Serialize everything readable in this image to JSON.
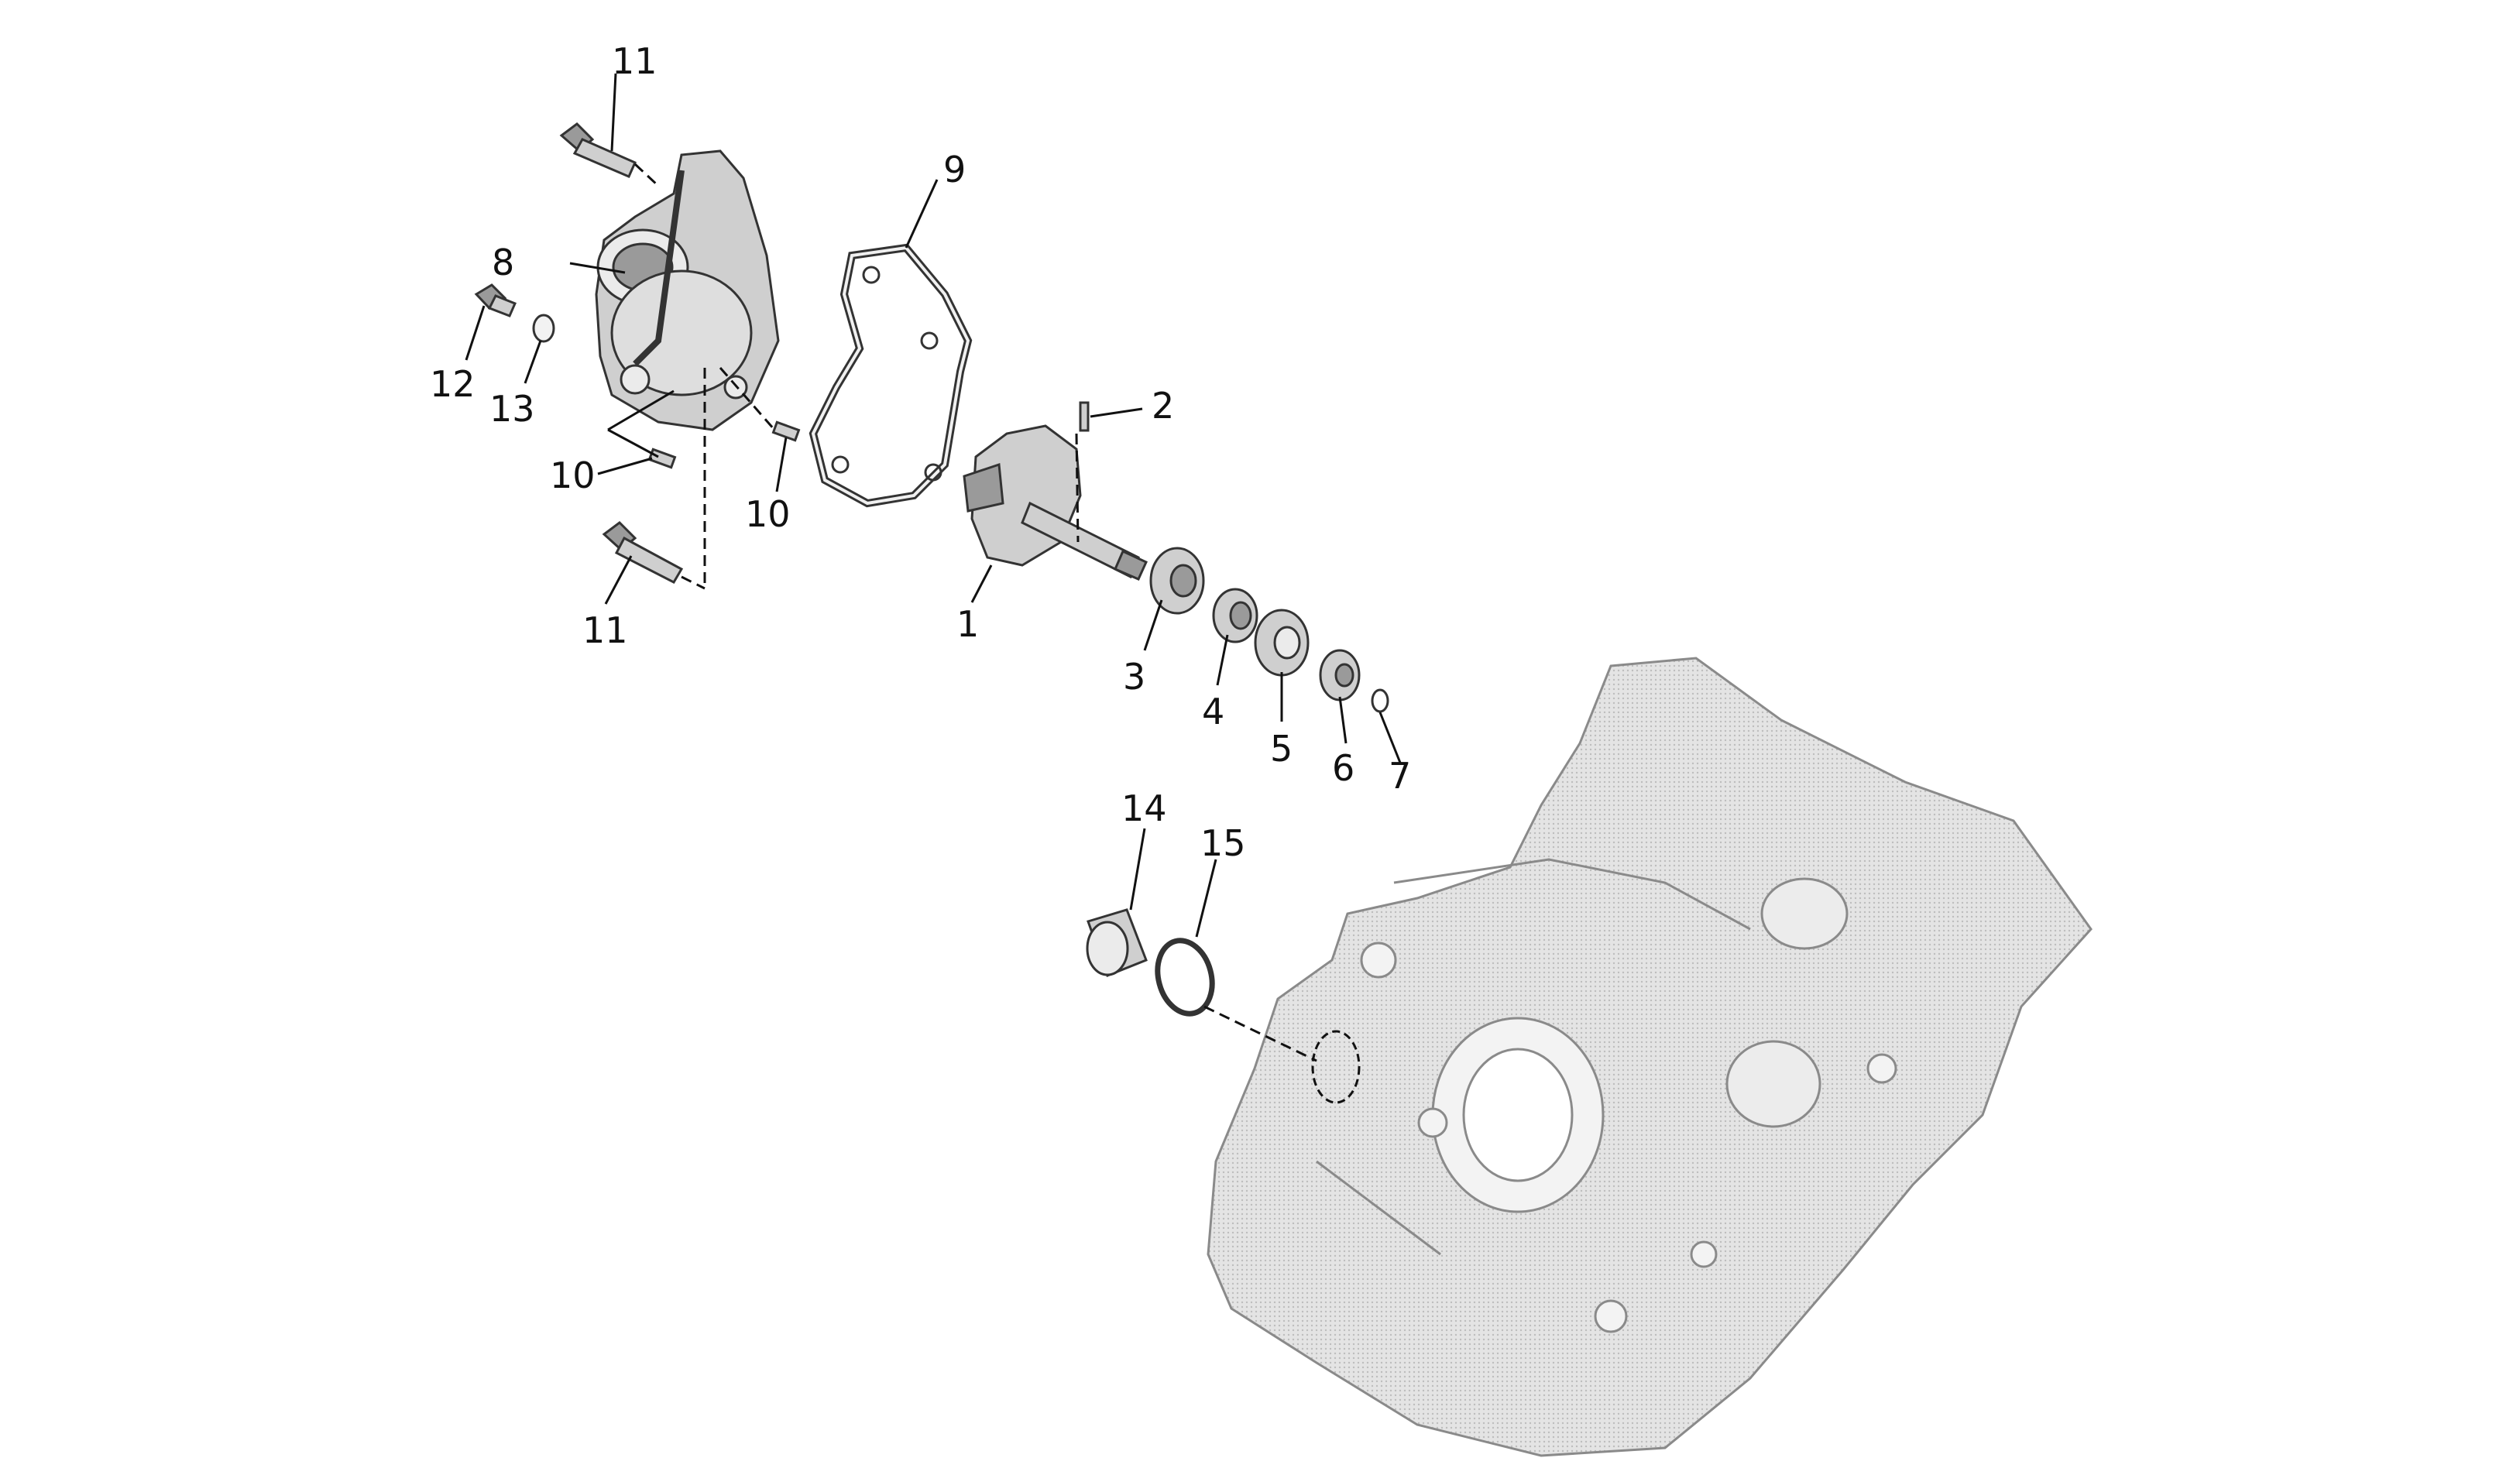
{
  "diagram": {
    "callouts": [
      {
        "id": "c1",
        "label": "1"
      },
      {
        "id": "c2",
        "label": "2"
      },
      {
        "id": "c3",
        "label": "3"
      },
      {
        "id": "c4",
        "label": "4"
      },
      {
        "id": "c5",
        "label": "5"
      },
      {
        "id": "c6",
        "label": "6"
      },
      {
        "id": "c7",
        "label": "7"
      },
      {
        "id": "c8",
        "label": "8"
      },
      {
        "id": "c9",
        "label": "9"
      },
      {
        "id": "c10a",
        "label": "10"
      },
      {
        "id": "c10b",
        "label": "10"
      },
      {
        "id": "c11a",
        "label": "11"
      },
      {
        "id": "c11b",
        "label": "11"
      },
      {
        "id": "c12",
        "label": "12"
      },
      {
        "id": "c13",
        "label": "13"
      },
      {
        "id": "c14",
        "label": "14"
      },
      {
        "id": "c15",
        "label": "15"
      }
    ]
  },
  "colors": {
    "line": "#111111",
    "part_fill": "#cfcfcf",
    "crankcase_fill": "#d9d9d9"
  }
}
